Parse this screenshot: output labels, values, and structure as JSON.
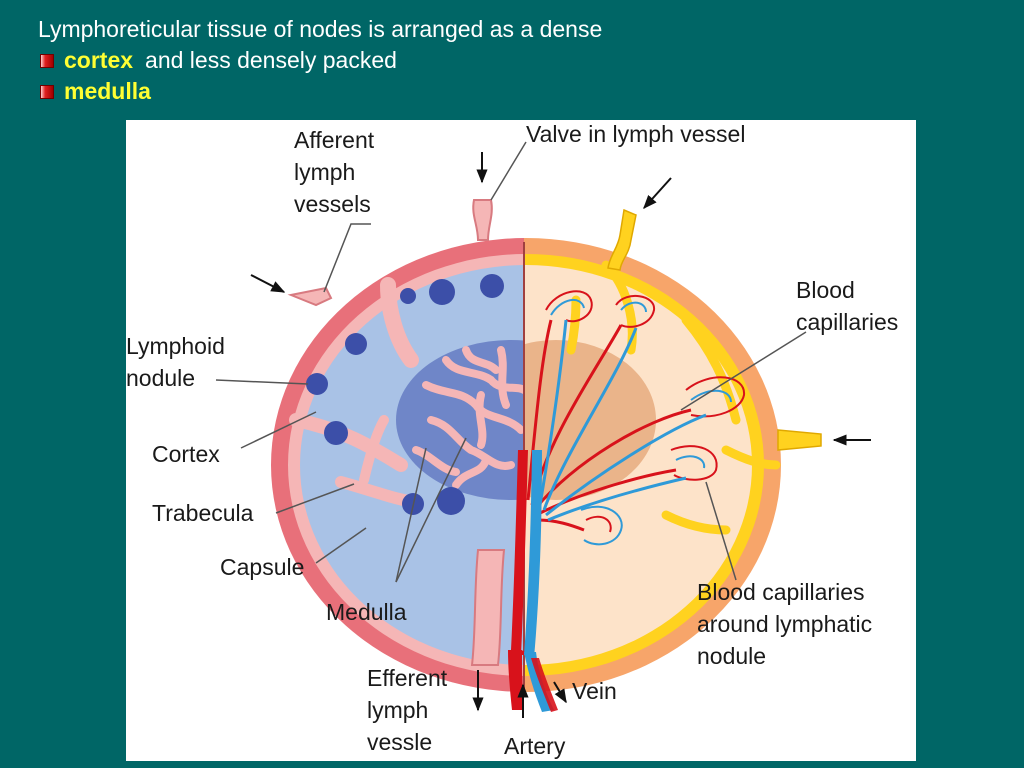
{
  "header": {
    "line1": "Lymphoreticular tissue of nodes is arranged as a dense",
    "cortex_word": "cortex",
    "line2_rest": "and less densely packed",
    "medulla_word": "medulla"
  },
  "diagram": {
    "labels": {
      "afferent": [
        "Afferent",
        "lymph",
        "vessels"
      ],
      "valve": "Valve in lymph vessel",
      "blood_capillaries": [
        "Blood",
        "capillaries"
      ],
      "lymphoid_nodule": [
        "Lymphoid",
        "nodule"
      ],
      "cortex": "Cortex",
      "trabecula": "Trabecula",
      "capsule": "Capsule",
      "medulla": "Medulla",
      "capillaries_around": [
        "Blood capillaries",
        "around lymphatic",
        "nodule"
      ],
      "efferent": [
        "Efferent",
        "lymph",
        "vessle"
      ],
      "vein": "Vein",
      "artery": "Artery"
    }
  },
  "colors": {
    "background": "#006666",
    "highlight": "#ffff33",
    "capsule": "#e8707a",
    "cortex_blue": "#a9c2e6",
    "medulla_blue": "#6f86c8",
    "nodule": "#3c4fa8",
    "trabecula_pink": "#f5b6b6",
    "orange_outer": "#f7a56a",
    "yellow_sinus": "#ffd21f",
    "cream": "#fde3c9",
    "artery": "#d8121b",
    "vein": "#2f9ad8"
  }
}
